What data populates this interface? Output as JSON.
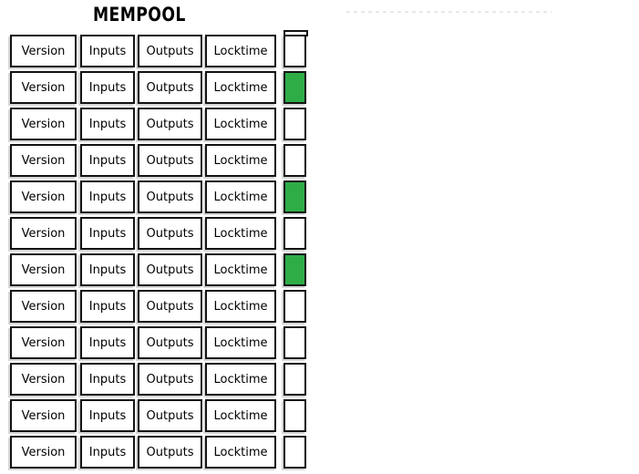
{
  "mempool": {
    "title": "MEMPOOL",
    "field_labels": [
      "Version",
      "Inputs",
      "Outputs",
      "Locktime"
    ],
    "colors": {
      "flag_green": "#2ead47",
      "flag_white": "#ffffff",
      "box_border": "#121212",
      "shadow": "#d7d7d7",
      "dashed_line": "#e8e8e8"
    },
    "transactions": [
      {
        "flag": "white"
      },
      {
        "flag": "green"
      },
      {
        "flag": "white"
      },
      {
        "flag": "white"
      },
      {
        "flag": "green"
      },
      {
        "flag": "white"
      },
      {
        "flag": "green"
      },
      {
        "flag": "white"
      },
      {
        "flag": "white"
      },
      {
        "flag": "white"
      },
      {
        "flag": "white"
      },
      {
        "flag": "white"
      }
    ]
  }
}
